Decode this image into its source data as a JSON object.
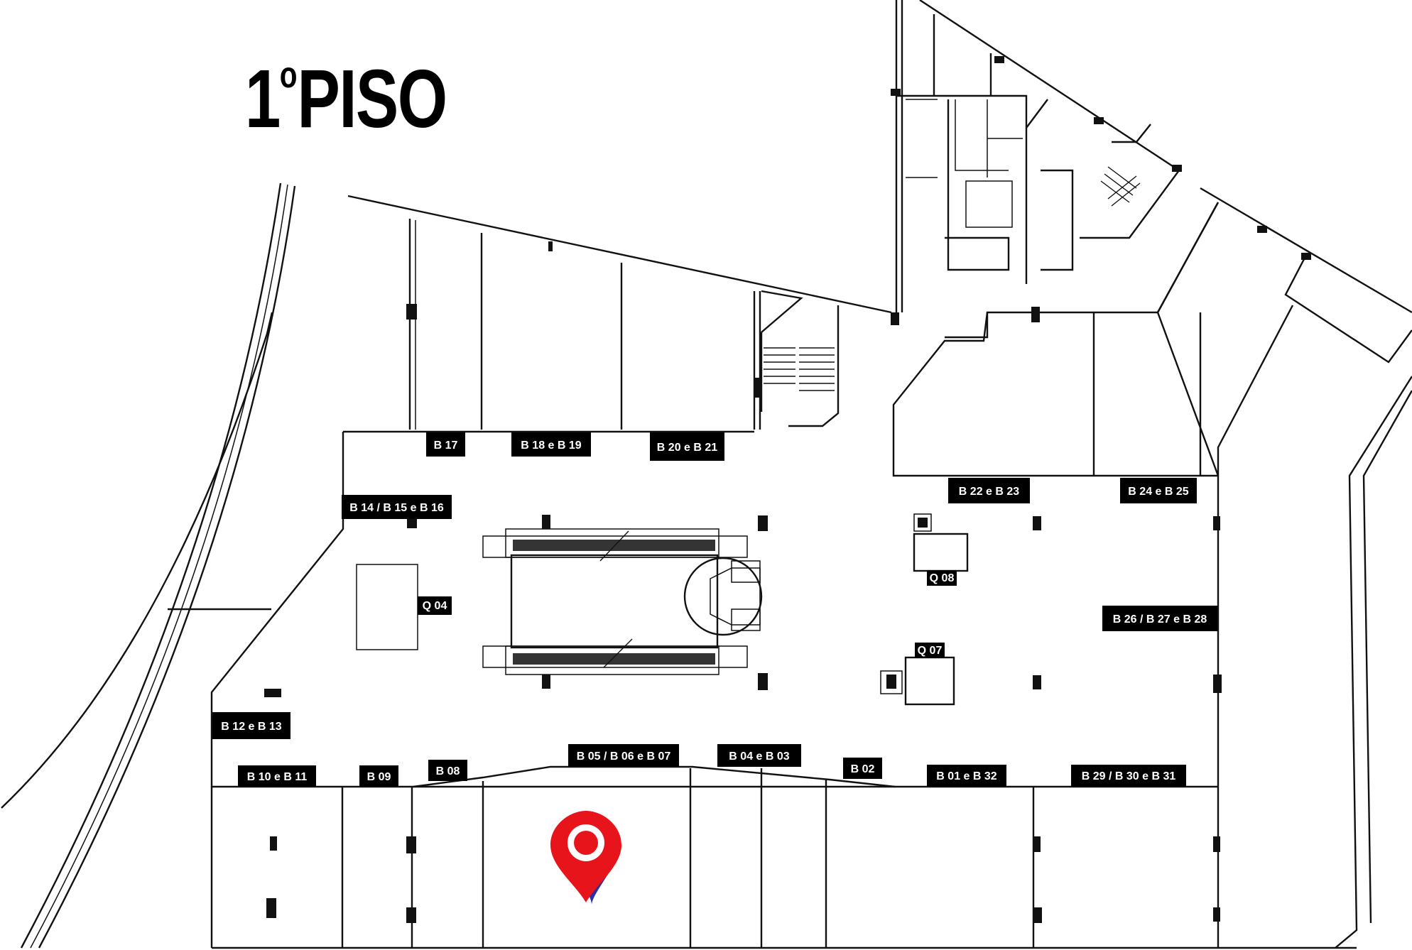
{
  "map": {
    "title": {
      "number": "1",
      "superscript": "o",
      "word": "PISO"
    },
    "stores": [
      {
        "id": "b17",
        "label": "B 17"
      },
      {
        "id": "b18-b19",
        "label": "B 18 e B 19"
      },
      {
        "id": "b20-b21",
        "label": "B 20 e B 21"
      },
      {
        "id": "b14-b16",
        "label": "B 14 / B 15 e B 16"
      },
      {
        "id": "b22-b23",
        "label": "B 22 e B 23"
      },
      {
        "id": "b24-b25",
        "label": "B 24 e B 25"
      },
      {
        "id": "q08",
        "label": "Q 08"
      },
      {
        "id": "q04",
        "label": "Q 04"
      },
      {
        "id": "b26-b28",
        "label": "B 26 / B 27 e B 28"
      },
      {
        "id": "q07",
        "label": "Q 07"
      },
      {
        "id": "b12-b13",
        "label": "B 12 e B 13"
      },
      {
        "id": "b05-b07",
        "label": "B 05 / B 06 e B 07"
      },
      {
        "id": "b04-b03",
        "label": "B 04 e B 03"
      },
      {
        "id": "b02",
        "label": "B 02"
      },
      {
        "id": "b08",
        "label": "B 08"
      },
      {
        "id": "b10-b11",
        "label": "B 10 e B 11"
      },
      {
        "id": "b09",
        "label": "B 09"
      },
      {
        "id": "b01-b32",
        "label": "B 01 e B 32"
      },
      {
        "id": "b29-b31",
        "label": "B 29 / B 30 e B 31"
      }
    ],
    "marker": {
      "icon": "location-pin-icon",
      "store_id": "b05-b07",
      "colors": {
        "fill": "#e8141b",
        "shadow": "#2a2fa8",
        "center": "#ffffff"
      }
    }
  }
}
